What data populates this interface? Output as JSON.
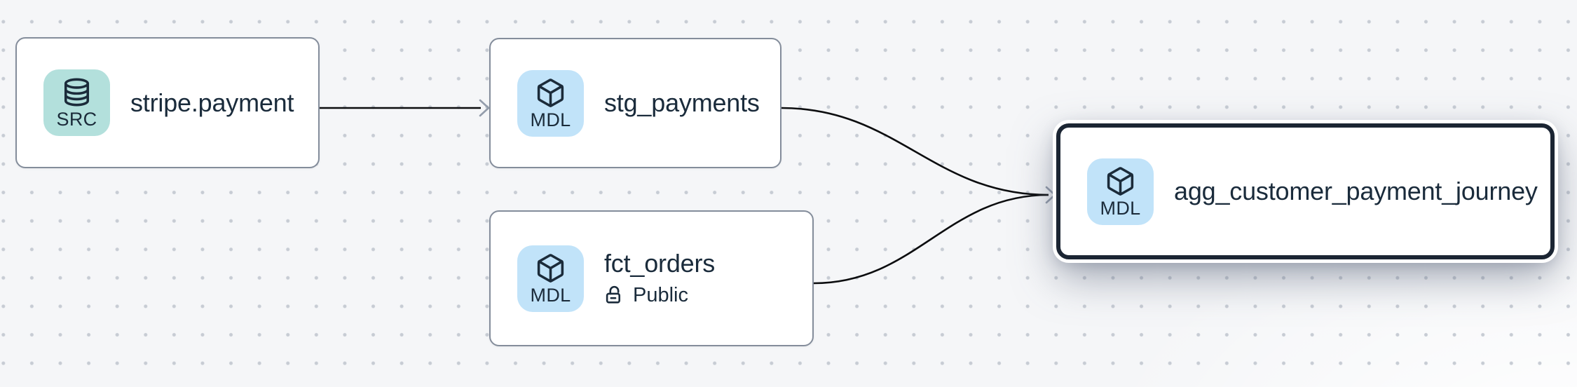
{
  "canvas": {
    "background_color": "#f5f6f8",
    "dot_grid_color": "#c7ccd4"
  },
  "colors": {
    "node_background": "#ffffff",
    "node_border": "#848d9b",
    "selected_node_border": "#1b2533",
    "text": "#1a2b3b",
    "edge_line": "#0c0d0f",
    "edge_arrowhead": "#939cab",
    "source_badge_background": "#b3e0dc",
    "model_badge_background": "#c1e3f9"
  },
  "nodes": [
    {
      "id": "stripe.payment",
      "title": "stripe.payment",
      "type": "source",
      "badge": {
        "label": "SRC",
        "icon": "database-icon"
      },
      "selected": false
    },
    {
      "id": "stg_payments",
      "title": "stg_payments",
      "type": "model",
      "badge": {
        "label": "MDL",
        "icon": "cube-icon"
      },
      "selected": false
    },
    {
      "id": "fct_orders",
      "title": "fct_orders",
      "type": "model",
      "badge": {
        "label": "MDL",
        "icon": "cube-icon"
      },
      "access": {
        "label": "Public",
        "icon": "lock-open-icon"
      },
      "selected": false
    },
    {
      "id": "agg_customer_payment_journey",
      "title": "agg_customer_payment_journey",
      "type": "model",
      "badge": {
        "label": "MDL",
        "icon": "cube-icon"
      },
      "selected": true
    }
  ],
  "edges": [
    {
      "from": "stripe.payment",
      "to": "stg_payments"
    },
    {
      "from": "stg_payments",
      "to": "agg_customer_payment_journey"
    },
    {
      "from": "fct_orders",
      "to": "agg_customer_payment_journey"
    }
  ]
}
